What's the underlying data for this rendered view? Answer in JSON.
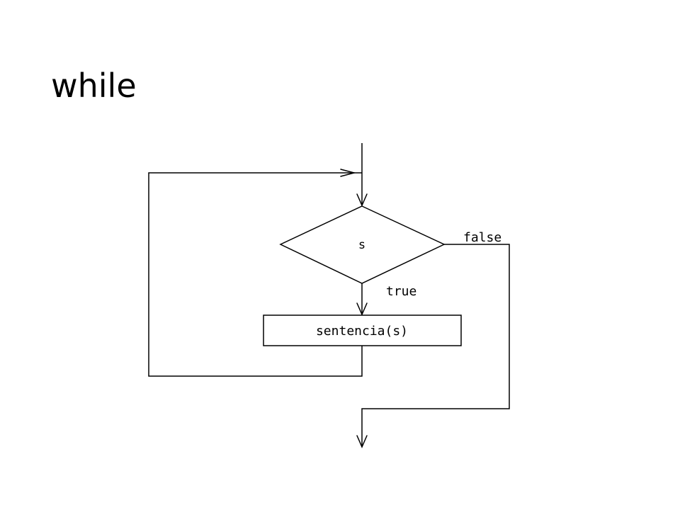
{
  "slide": {
    "title": "while"
  },
  "flowchart": {
    "condition_label": "s",
    "true_label": "true",
    "false_label": "false",
    "statement_label": "sentencia(s)"
  }
}
